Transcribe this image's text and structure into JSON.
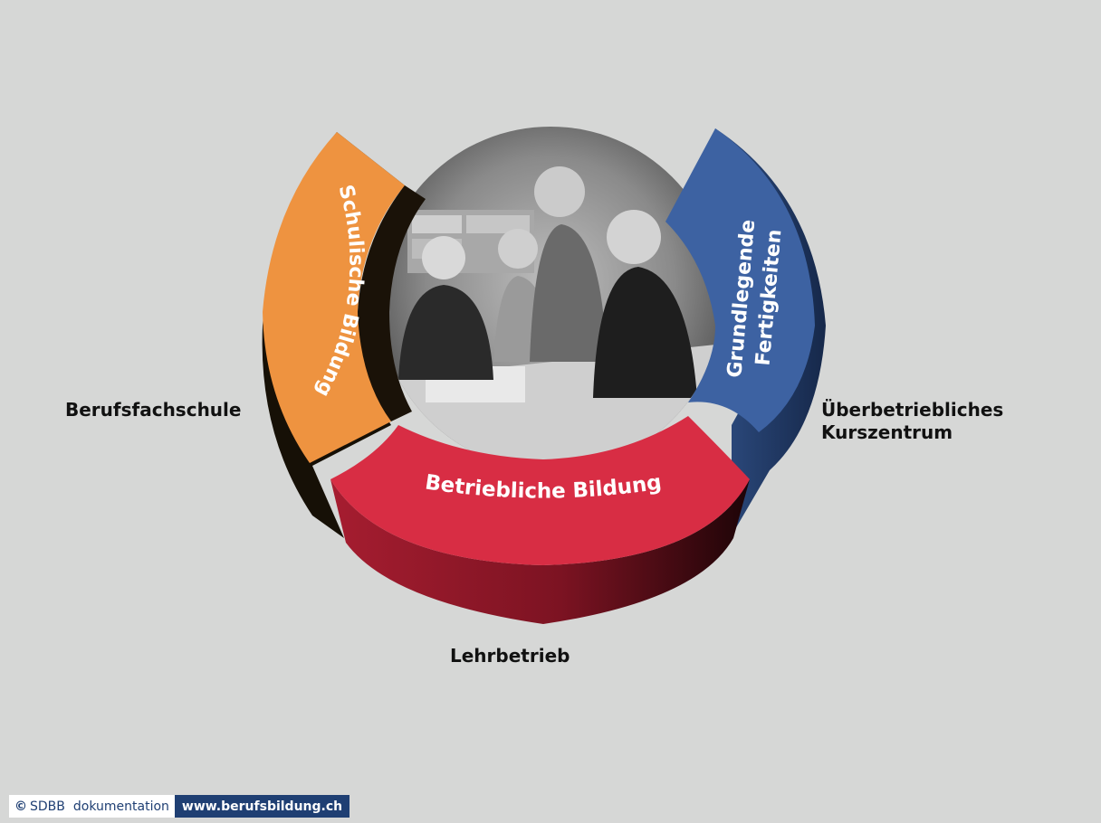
{
  "segments": {
    "left": "Schulische Bildung",
    "right_line1": "Grundlegende",
    "right_line2": "Fertigkeiten",
    "bottom": "Betriebliche Bildung"
  },
  "labels": {
    "left": "Berufsfachschule",
    "right_line1": "Überbetriebliches",
    "right_line2": "Kurszentrum",
    "bottom": "Lehrbetrieb"
  },
  "footer": {
    "copyright": "©",
    "org": "SDBB",
    "section": "dokumentation",
    "url": "www.berufsbildung.ch"
  },
  "colors": {
    "orange": "#ee9340",
    "blue": "#3d62a2",
    "red": "#d82d44",
    "navy": "#1f3f73",
    "background": "#d6d7d6"
  }
}
